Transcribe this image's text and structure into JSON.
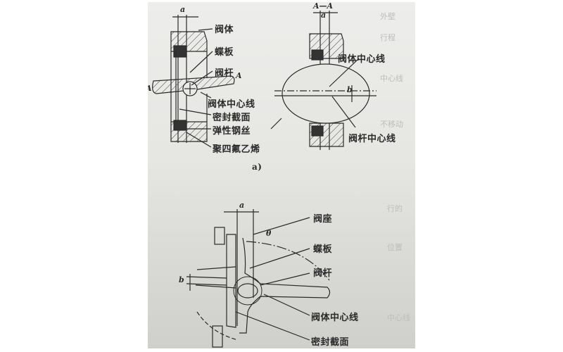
{
  "figure": {
    "description": "Butterfly valve sealing structure diagrams",
    "subfigure_a_caption": "a)",
    "section_title": "A—A",
    "section_marks": [
      "A",
      "A"
    ],
    "dimension_labels": {
      "a": "a",
      "b": "b",
      "theta": "θ"
    },
    "top_left_labels": [
      "阀体",
      "蝶板",
      "阀杆",
      "阀体中心线",
      "密封截面",
      "弹性钢丝",
      "聚四氟乙烯"
    ],
    "top_right_labels": [
      "阀体中心线",
      "阀杆中心线"
    ],
    "bottom_labels": [
      "阀座",
      "蝶板",
      "阀杆",
      "阀体中心线",
      "密封截面"
    ],
    "background_bleed_text": [
      "外壁",
      "行程",
      "中心线",
      "不移动",
      "行的",
      "位置",
      "中心线"
    ]
  },
  "colors": {
    "paper": "#e6e6e3",
    "ink": "#2a2a2a",
    "page_bg": "#ffffff"
  }
}
